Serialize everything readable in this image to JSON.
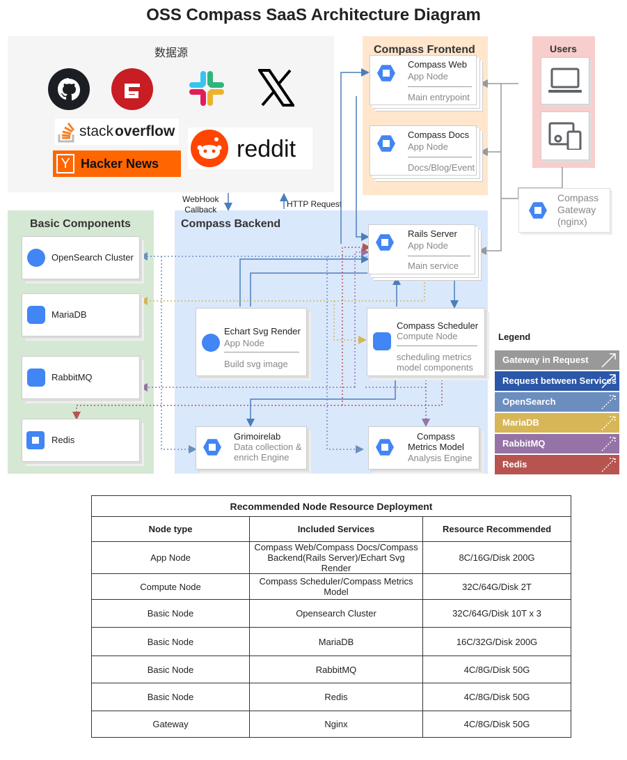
{
  "title": "OSS Compass SaaS Architecture Diagram",
  "regions": {
    "datasource": "数据源",
    "frontend": "Compass Frontend",
    "users": "Users",
    "basic": "Basic Components",
    "backend": "Compass Backend"
  },
  "logos": {
    "stackoverflow_a": "stack",
    "stackoverflow_b": "overflow",
    "hackernews": "Hacker News",
    "hackernews_y": "Y",
    "reddit": "reddit"
  },
  "edges": {
    "webhook": "WebHook\nCallback",
    "http": "HTTP Request"
  },
  "nodes": {
    "compass_web": {
      "name": "Compass Web",
      "type": "App Node",
      "desc": "Main entrypoint"
    },
    "compass_docs": {
      "name": "Compass Docs",
      "type": "App Node",
      "desc": "Docs/Blog/Event"
    },
    "gateway": {
      "name": "Compass\nGateway\n(nginx)"
    },
    "rails": {
      "name": "Rails Server",
      "type": "App Node",
      "desc": "Main service"
    },
    "echart": {
      "name": "Echart Svg Render",
      "type": "App Node",
      "desc": "Build svg image"
    },
    "scheduler": {
      "name": "Compass Scheduler",
      "type": "Compute Node",
      "desc": "scheduling metrics\nmodel components"
    },
    "grimoire": {
      "name": "Grimoirelab",
      "type": "Data collection &\nenrich Engine"
    },
    "metrics": {
      "name": "Compass\nMetrics Model",
      "type": "Analysis Engine"
    },
    "opensearch": {
      "name": "OpenSearch Cluster"
    },
    "mariadb": {
      "name": "MariaDB"
    },
    "rabbitmq": {
      "name": "RabbitMQ"
    },
    "redis": {
      "name": "Redis"
    }
  },
  "legend": {
    "title": "Legend",
    "items": [
      {
        "label": "Gateway in Request",
        "color": "#999999"
      },
      {
        "label": "Request between Services",
        "color": "#2b57a8"
      },
      {
        "label": "OpenSearch",
        "color": "#6c8ebf"
      },
      {
        "label": "MariaDB",
        "color": "#d6b656"
      },
      {
        "label": "RabbitMQ",
        "color": "#9673a6"
      },
      {
        "label": "Redis",
        "color": "#b85450"
      }
    ]
  },
  "table": {
    "title": "Recommended Node Resource Deployment",
    "headers": [
      "Node type",
      "Included Services",
      "Resource Recommended"
    ],
    "rows": [
      [
        "App Node",
        "Compass Web/Compass Docs/Compass Backend(Rails Server)/Echart Svg Render",
        "8C/16G/Disk 200G"
      ],
      [
        "Compute Node",
        "Compass Scheduler/Compass Metrics Model",
        "32C/64G/Disk 2T"
      ],
      [
        "Basic Node",
        "Opensearch Cluster",
        "32C/64G/Disk 10T x 3"
      ],
      [
        "Basic Node",
        "MariaDB",
        "16C/32G/Disk 200G"
      ],
      [
        "Basic Node",
        "RabbitMQ",
        "4C/8G/Disk 50G"
      ],
      [
        "Basic Node",
        "Redis",
        "4C/8G/Disk 50G"
      ],
      [
        "Gateway",
        "Nginx",
        "4C/8G/Disk 50G"
      ]
    ]
  }
}
